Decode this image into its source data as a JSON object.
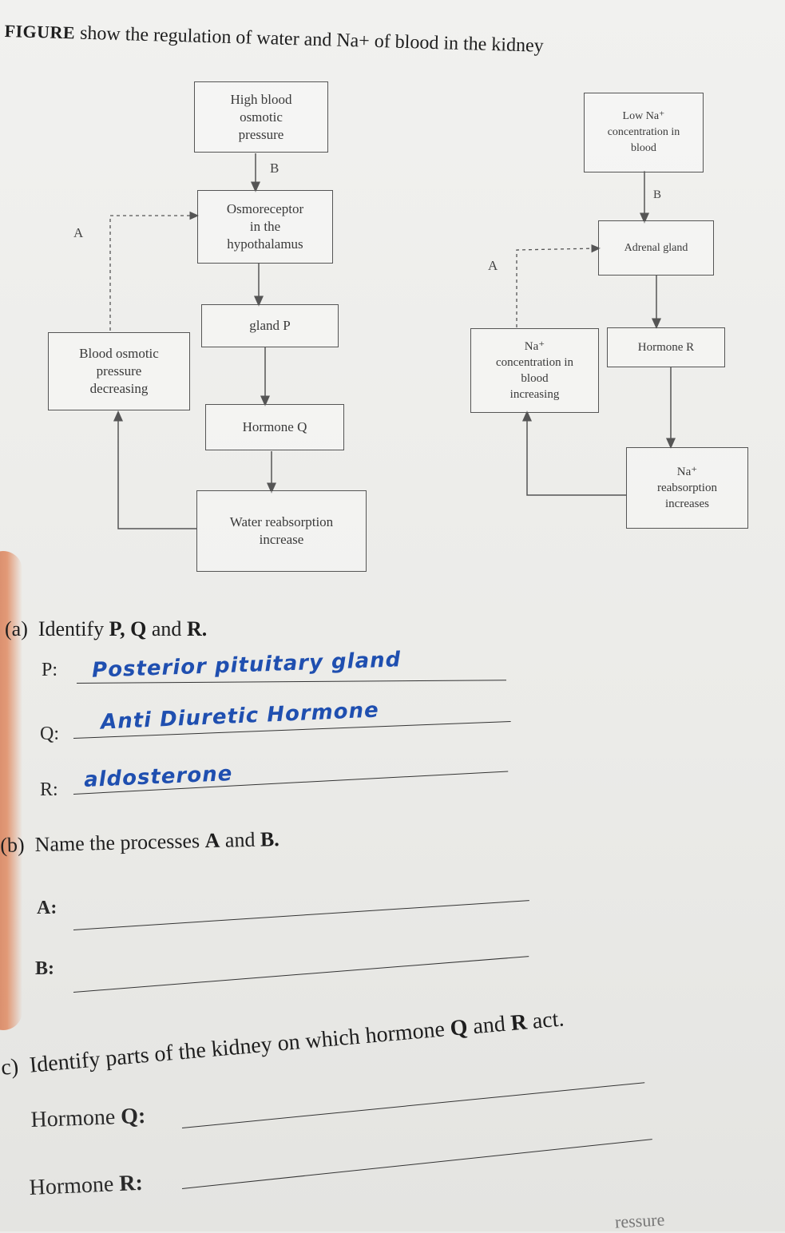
{
  "title": {
    "figure_word": "FIGURE",
    "text": "show the regulation of water and Na+ of blood in the kidney"
  },
  "diagram_left": {
    "box1": "High blood\nosmotic\npressure",
    "arrow1_label": "B",
    "box2": "Osmoreceptor\nin the\nhypothalamus",
    "box3": "gland P",
    "box4": "Hormone Q",
    "box5": "Water reabsorption\nincrease",
    "box6": "Blood osmotic\npressure\ndecreasing",
    "dashed_label": "A"
  },
  "diagram_right": {
    "box1": "Low Na⁺\nconcentration in\nblood",
    "arrow1_label": "B",
    "box2": "Adrenal gland",
    "box3": "Hormone R",
    "box4": "Na⁺\nreabsorption\nincreases",
    "box5": "Na⁺\nconcentration in\nblood\nincreasing",
    "dashed_label": "A"
  },
  "part_a": {
    "prefix": "(a)",
    "question_start": "Identify",
    "question_bold": "P, Q",
    "question_mid": "and",
    "question_bold2": "R.",
    "p_label": "P:",
    "p_answer": "Posterior pituitary gland",
    "q_label": "Q:",
    "q_answer": "Anti Diuretic Hormone",
    "r_label": "R:",
    "r_answer": "aldosterone"
  },
  "part_b": {
    "prefix": "(b)",
    "question_start": "Name the processes",
    "bold1": "A",
    "mid": "and",
    "bold2": "B.",
    "a_label": "A:",
    "b_label": "B:"
  },
  "part_c": {
    "prefix": "c)",
    "question_start": "Identify parts of the kidney on which hormone",
    "bold1": "Q",
    "mid": "and",
    "bold2": "R",
    "end": "act.",
    "q_label": "Hormone",
    "q_bold": "Q:",
    "r_label": "Hormone",
    "r_bold": "R:"
  },
  "bottom_fragment": "ressure"
}
